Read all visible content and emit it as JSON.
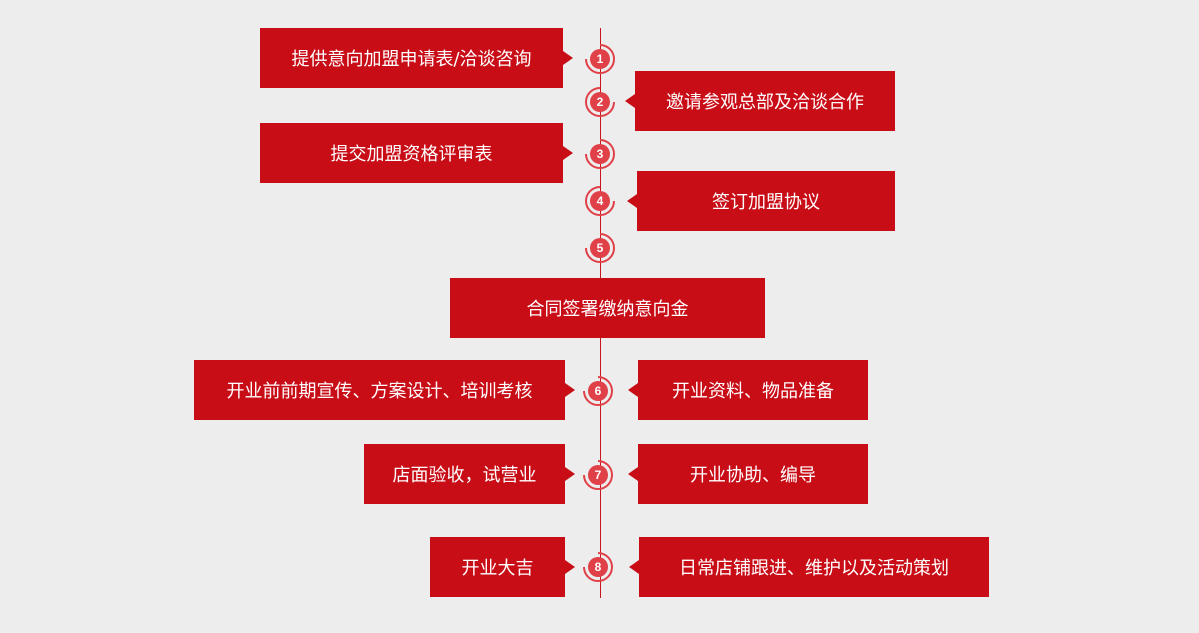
{
  "steps": [
    {
      "number": "1",
      "left": "提供意向加盟申请表/洽谈咨询",
      "right": ""
    },
    {
      "number": "2",
      "left": "",
      "right": "邀请参观总部及洽谈合作"
    },
    {
      "number": "3",
      "left": "提交加盟资格评审表",
      "right": ""
    },
    {
      "number": "4",
      "left": "",
      "right": "签订加盟协议"
    },
    {
      "number": "5",
      "center": "合同签署缴纳意向金"
    },
    {
      "number": "6",
      "left": "开业前前期宣传、方案设计、培训考核",
      "right": "开业资料、物品准备"
    },
    {
      "number": "7",
      "left": "店面验收，试营业",
      "right": "开业协助、编导"
    },
    {
      "number": "8",
      "left": "开业大吉",
      "right": "日常店铺跟进、维护以及活动策划"
    }
  ],
  "colors": {
    "box": "#c80d17",
    "line": "#c9141e",
    "circle": "#e04048",
    "background": "#ededed"
  }
}
